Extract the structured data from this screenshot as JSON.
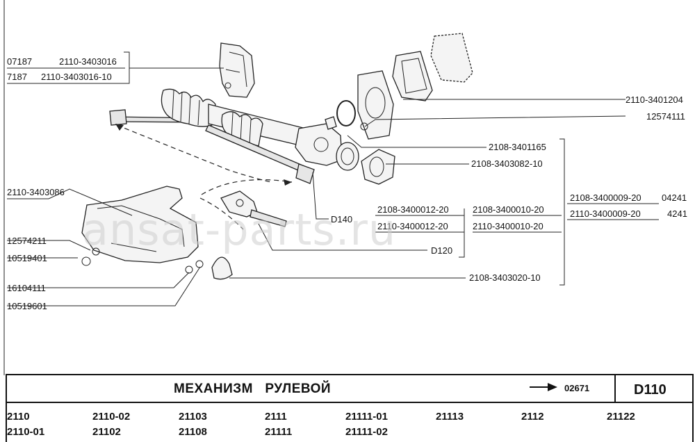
{
  "callouts": {
    "c07187": "07187",
    "p2110_3403016": "2110-3403016",
    "c7187": "7187",
    "p2110_3403016_10": "2110-3403016-10",
    "p2110_3403086": "2110-3403086",
    "c12574211": "12574211",
    "c10519401": "10519401",
    "c16104111": "16104111",
    "c10519601": "10519601",
    "p2110_3401204": "2110-3401204",
    "c12574111": "12574111",
    "p2108_3401165": "2108-3401165",
    "p2108_3403082_10": "2108-3403082-10",
    "p2108_3400009_20": "2108-3400009-20",
    "c04241": "04241",
    "p2110_3400009_20": "2110-3400009-20",
    "c4241": "4241",
    "p2108_3400012_20": "2108-3400012-20",
    "p2108_3400010_20": "2108-3400010-20",
    "d140": "D140",
    "p2110_3400012_20": "2110-3400012-20",
    "p2110_3400010_20": "2110-3400010-20",
    "d120": "D120",
    "p2108_3403020_10": "2108-3403020-10"
  },
  "watermark": "ansat-parts.ru",
  "footer": {
    "title": "МЕХАНИЗМ   РУЛЕВОЙ",
    "ref_code": "02671",
    "diagram_code": "D110"
  },
  "models": [
    "2110",
    "2110-02",
    "21103",
    "2111",
    "21111-01",
    "21113",
    "2112",
    "21122",
    "2110-01",
    "21102",
    "21108",
    "21111",
    "21111-02"
  ]
}
